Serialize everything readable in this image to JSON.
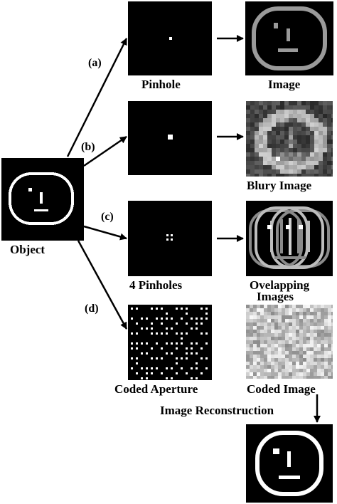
{
  "object_label": "Object",
  "branches": {
    "a": {
      "letter": "(a)",
      "mask_label": "Pinhole",
      "result_label": "Image"
    },
    "b": {
      "letter": "(b)",
      "result_label": "Blury Image"
    },
    "c": {
      "letter": "(c)",
      "mask_label": "4 Pinholes",
      "result_label_line1": "Ovelapping",
      "result_label_line2": "Images"
    },
    "d": {
      "letter": "(d)",
      "mask_label": "Coded Aperture",
      "result_label": "Coded Image"
    }
  },
  "reconstruction_label": "Image Reconstruction",
  "colors": {
    "background": "#ffffff",
    "panel": "#000000",
    "ink": "#000000",
    "face": "#ffffff",
    "face_gray": "#9a9a9a"
  }
}
